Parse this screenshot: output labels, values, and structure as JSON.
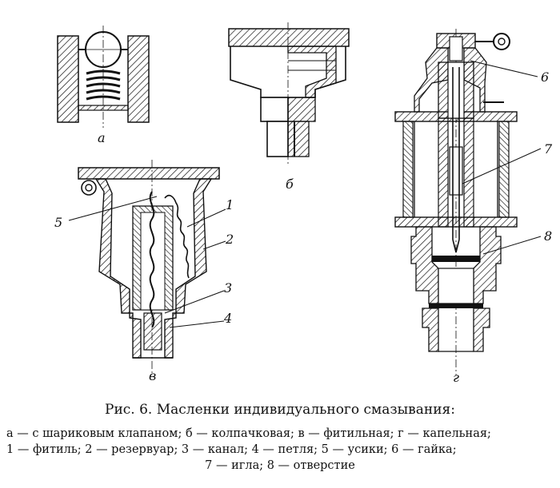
{
  "figure": {
    "sublabels": {
      "a": "а",
      "b": "б",
      "v": "в",
      "g": "г"
    },
    "callouts": {
      "n1": "1",
      "n2": "2",
      "n3": "3",
      "n4": "4",
      "n5": "5",
      "n6": "6",
      "n7": "7",
      "n8": "8"
    }
  },
  "caption": {
    "title": "Рис. 6. Масленки индивидуального смазывания:",
    "line1": "а — с шариковым клапаном; б — колпачковая; в — фитильная; г — капельная;",
    "line2": "1 — фитиль; 2 — резервуар; 3 — канал; 4 — петля; 5 — усики; 6 — гайка;",
    "line3": "7 — игла; 8 — отверстие"
  }
}
